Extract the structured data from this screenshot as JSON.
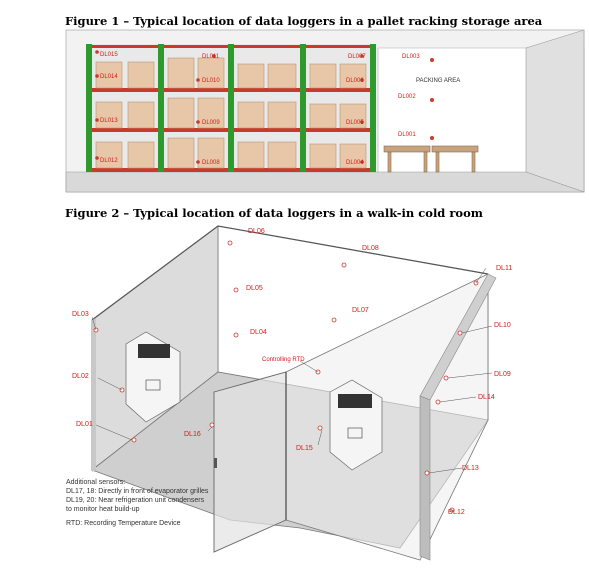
{
  "figure1": {
    "title": "Figure 1 – Typical location of data loggers in a pallet racking storage area",
    "area_label": "PACKING AREA",
    "loggers": [
      "DL015",
      "DL014",
      "DL013",
      "DL012",
      "DL011",
      "DL010",
      "DL009",
      "DL008",
      "DL007",
      "DL006",
      "DL005",
      "DL004",
      "DL003",
      "DL002",
      "DL001"
    ]
  },
  "figure2": {
    "title": "Figure 2 – Typical location of data loggers in a walk-in cold room",
    "controlling_label": "Controlling RTD",
    "loggers": [
      "DL01",
      "DL02",
      "DL03",
      "DL04",
      "DL05",
      "DL06",
      "DL07",
      "DL08",
      "DL09",
      "DL10",
      "DL11",
      "DL12",
      "DL13",
      "DL14",
      "DL15",
      "DL16"
    ],
    "notes": [
      "Additional sensors:",
      "DL17, 18: Directly in front of evaporator grilles",
      "DL19, 20: Near refrigeration unit condensers",
      "to monitor heat build-up",
      "",
      "RTD: Recording Temperature Device"
    ]
  },
  "colors": {
    "label_red": "#d21b1b",
    "rack_green": "#2e9a2e",
    "rack_red": "#c83a2a",
    "box": "#e7c7a8"
  }
}
